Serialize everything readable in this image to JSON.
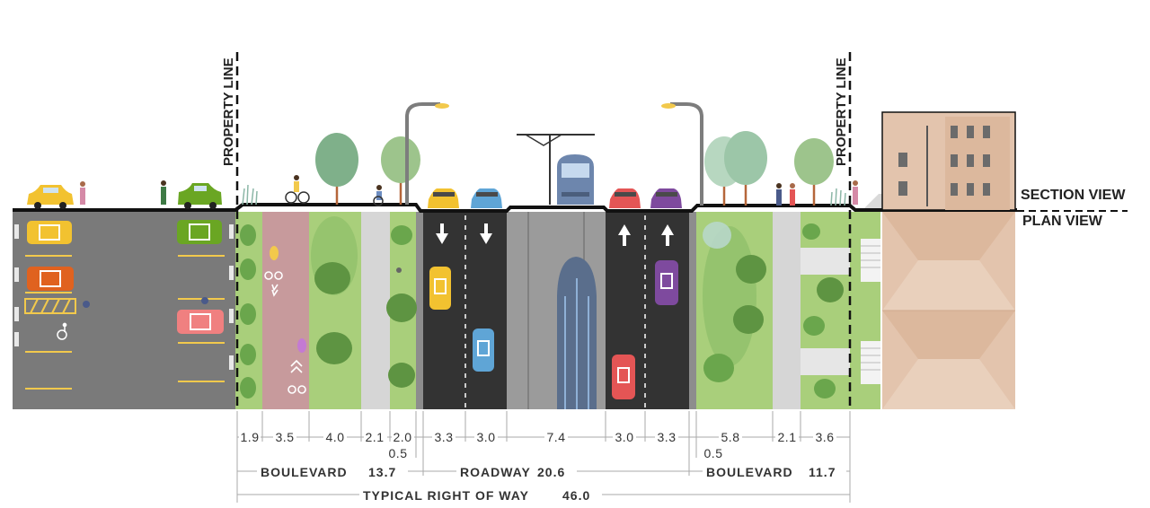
{
  "labels": {
    "property_line_left": "PROPERTY LINE",
    "property_line_right": "PROPERTY LINE",
    "section_view": "SECTION VIEW",
    "plan_view": "PLAN VIEW"
  },
  "dimensions": {
    "segments": [
      "1.9",
      "3.5",
      "4.0",
      "2.1",
      "2.0",
      "0.5",
      "3.3",
      "3.0",
      "7.4",
      "3.0",
      "3.3",
      "0.5",
      "5.8",
      "2.1",
      "3.6"
    ],
    "groups": [
      {
        "name": "BOULEVARD",
        "value": "13.7"
      },
      {
        "name": "ROADWAY",
        "value": "20.6"
      },
      {
        "name": "BOULEVARD",
        "value": "11.7"
      }
    ],
    "total": {
      "name": "TYPICAL RIGHT OF WAY",
      "value": "46.0"
    }
  },
  "colors": {
    "asphalt": "#333333",
    "parking_lot": "#7a7a7a",
    "grass": "#a9cf7b",
    "bike_lane": "#c79a9c",
    "sidewalk": "#d6d6d6",
    "transit_median": "#9b9b9b",
    "building_roof": "#e3c4ad",
    "tree_dark": "#5e9442",
    "lane_marking": "#f2c94c"
  }
}
